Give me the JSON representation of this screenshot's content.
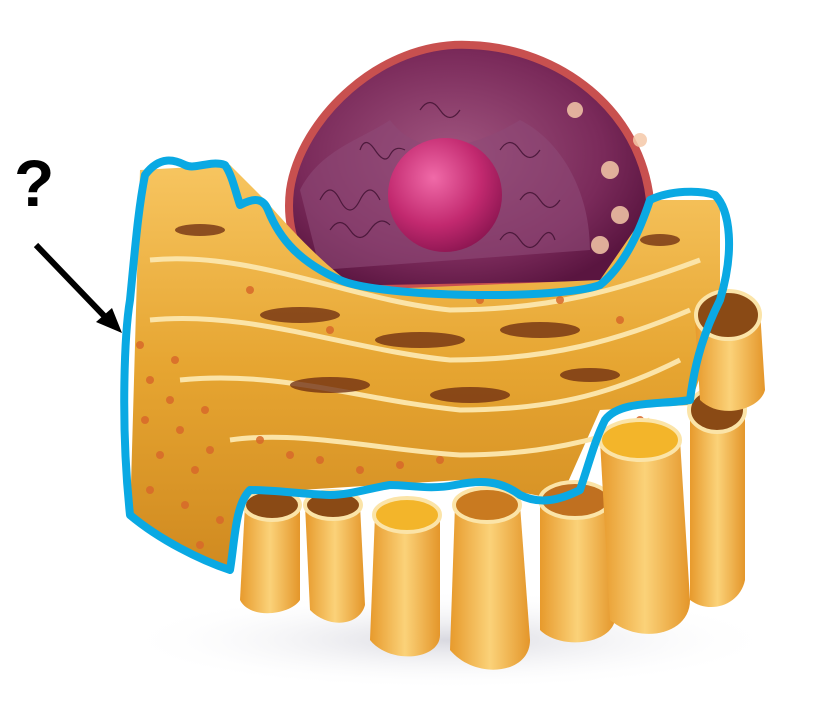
{
  "diagram": {
    "subject": "Eukaryotic cell nucleus with surrounding endoplasmic reticulum",
    "label": {
      "text": "?",
      "color": "#000000"
    },
    "highlight": {
      "color": "#0aa9e3",
      "target": "rough endoplasmic reticulum"
    },
    "parts": [
      {
        "name": "nucleus",
        "color": "#7a2a5a"
      },
      {
        "name": "nucleolus",
        "color": "#c2296f"
      },
      {
        "name": "nuclear-envelope",
        "color": "#c8504f"
      },
      {
        "name": "rough-endoplasmic-reticulum",
        "color": "#e6a531"
      },
      {
        "name": "smooth-endoplasmic-reticulum",
        "color": "#f1b648"
      },
      {
        "name": "ribosomes",
        "color": "#d8692a"
      }
    ]
  }
}
